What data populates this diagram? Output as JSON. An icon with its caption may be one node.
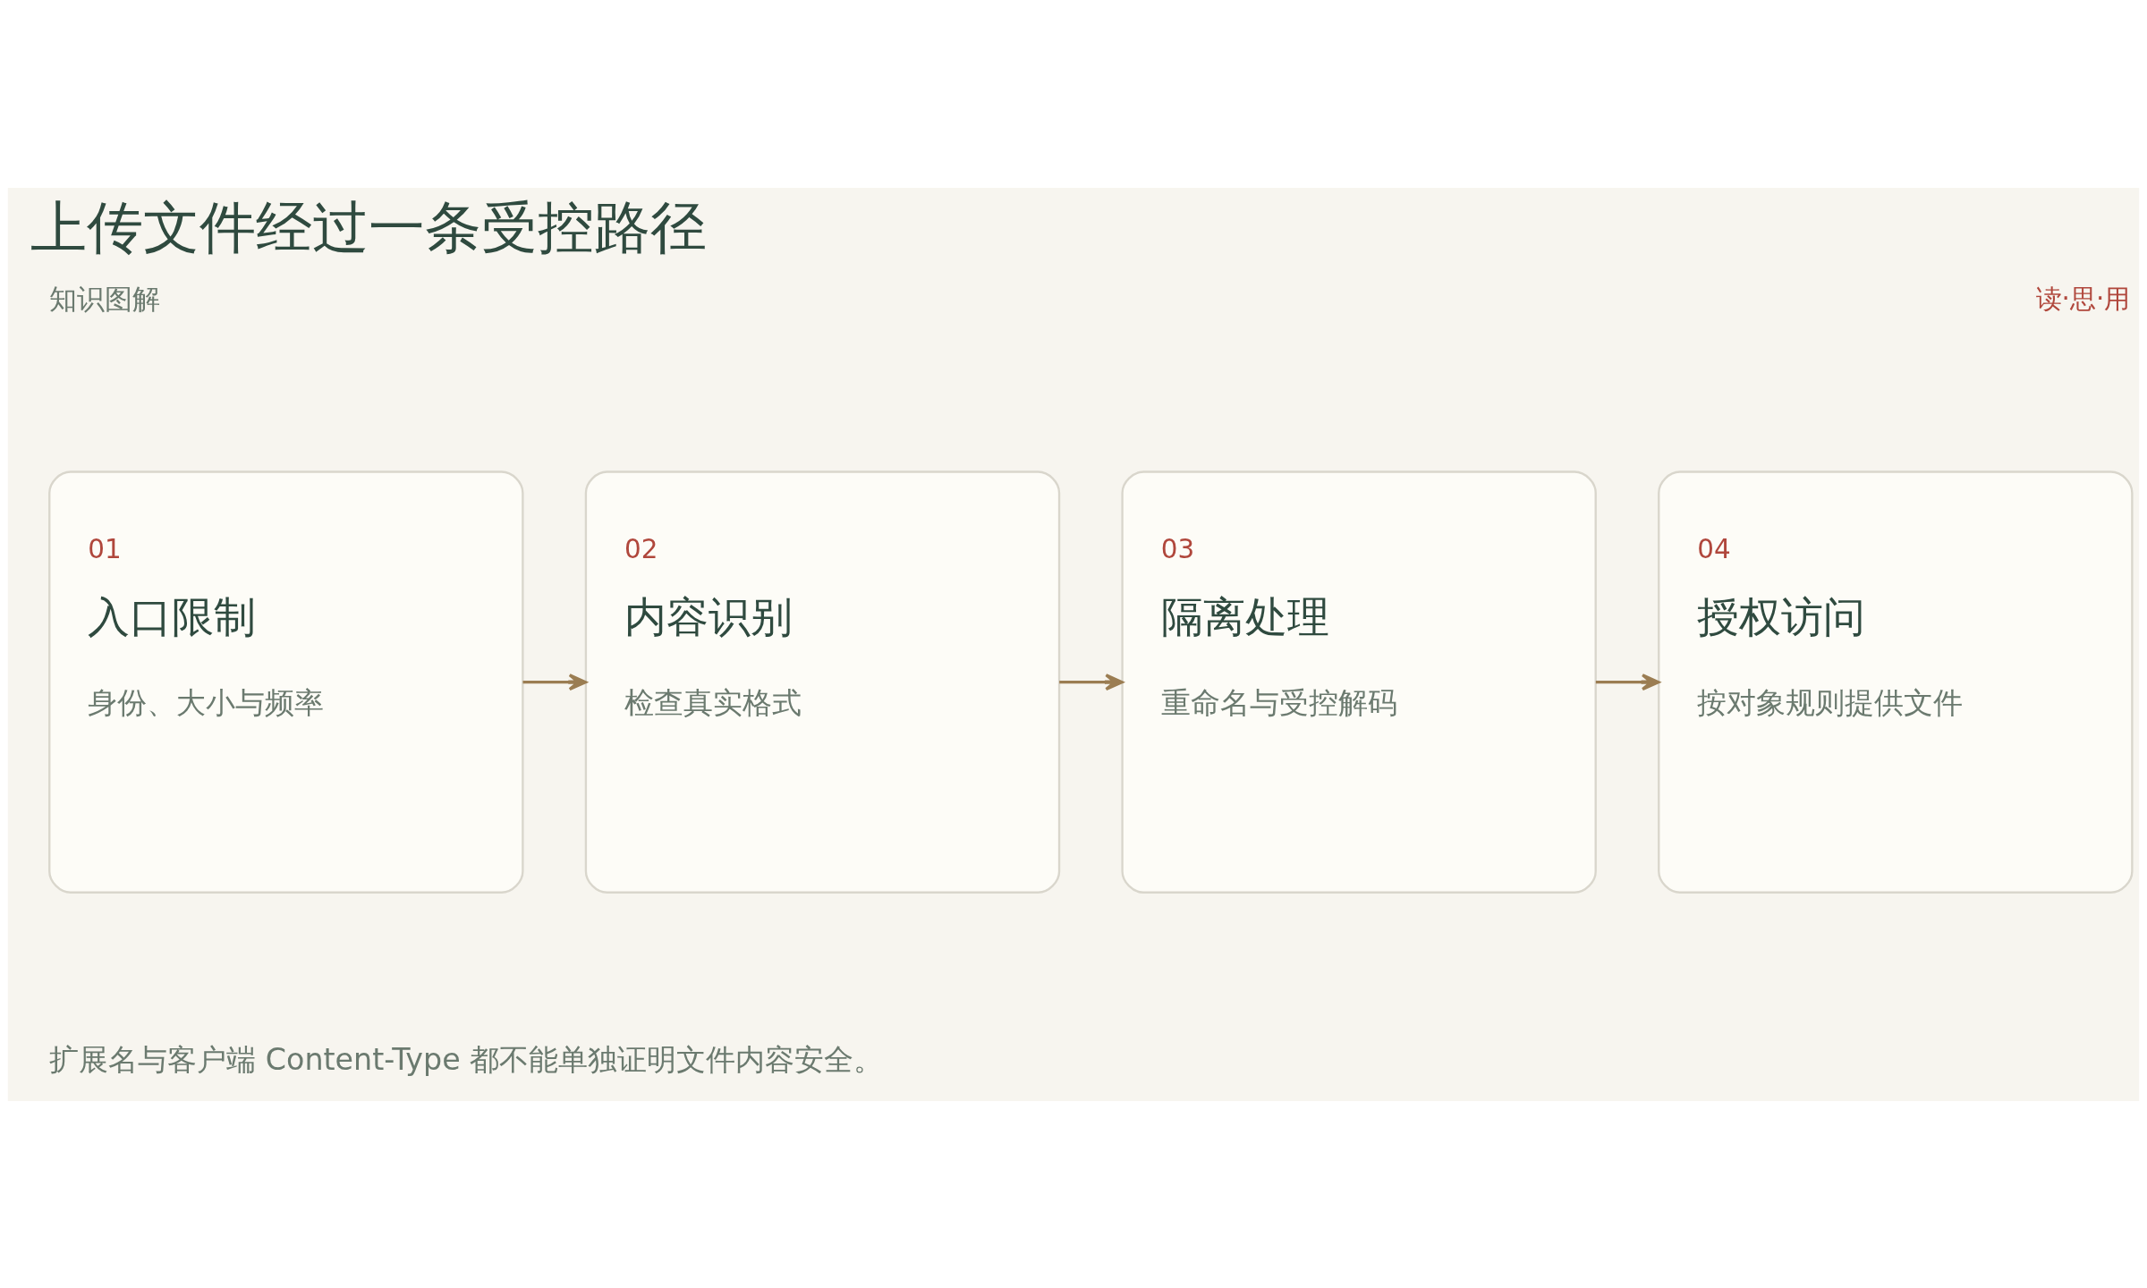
{
  "diagram": {
    "title": "上传文件经过一条受控路径",
    "caption": "扩展名与客户端 Content-Type 都不能单独证明文件内容安全。",
    "nodes": [
      {
        "text": [
          "01",
          "入口限制",
          "身份、大小与频率"
        ]
      },
      {
        "text": [
          "02",
          "内容识别",
          "检查真实格式"
        ]
      },
      {
        "text": [
          "03",
          "隔离处理",
          "重命名与受控解码"
        ]
      },
      {
        "text": [
          "04",
          "授权访问",
          "按对象规则提供文件"
        ]
      }
    ],
    "edges": [
      {
        "from": 0,
        "to": 1,
        "arrow": "to"
      },
      {
        "from": 1,
        "to": 2,
        "arrow": "to"
      },
      {
        "from": 2,
        "to": 3,
        "arrow": "to"
      }
    ],
    "labels": [
      "知识图解",
      "读·思·用"
    ]
  }
}
